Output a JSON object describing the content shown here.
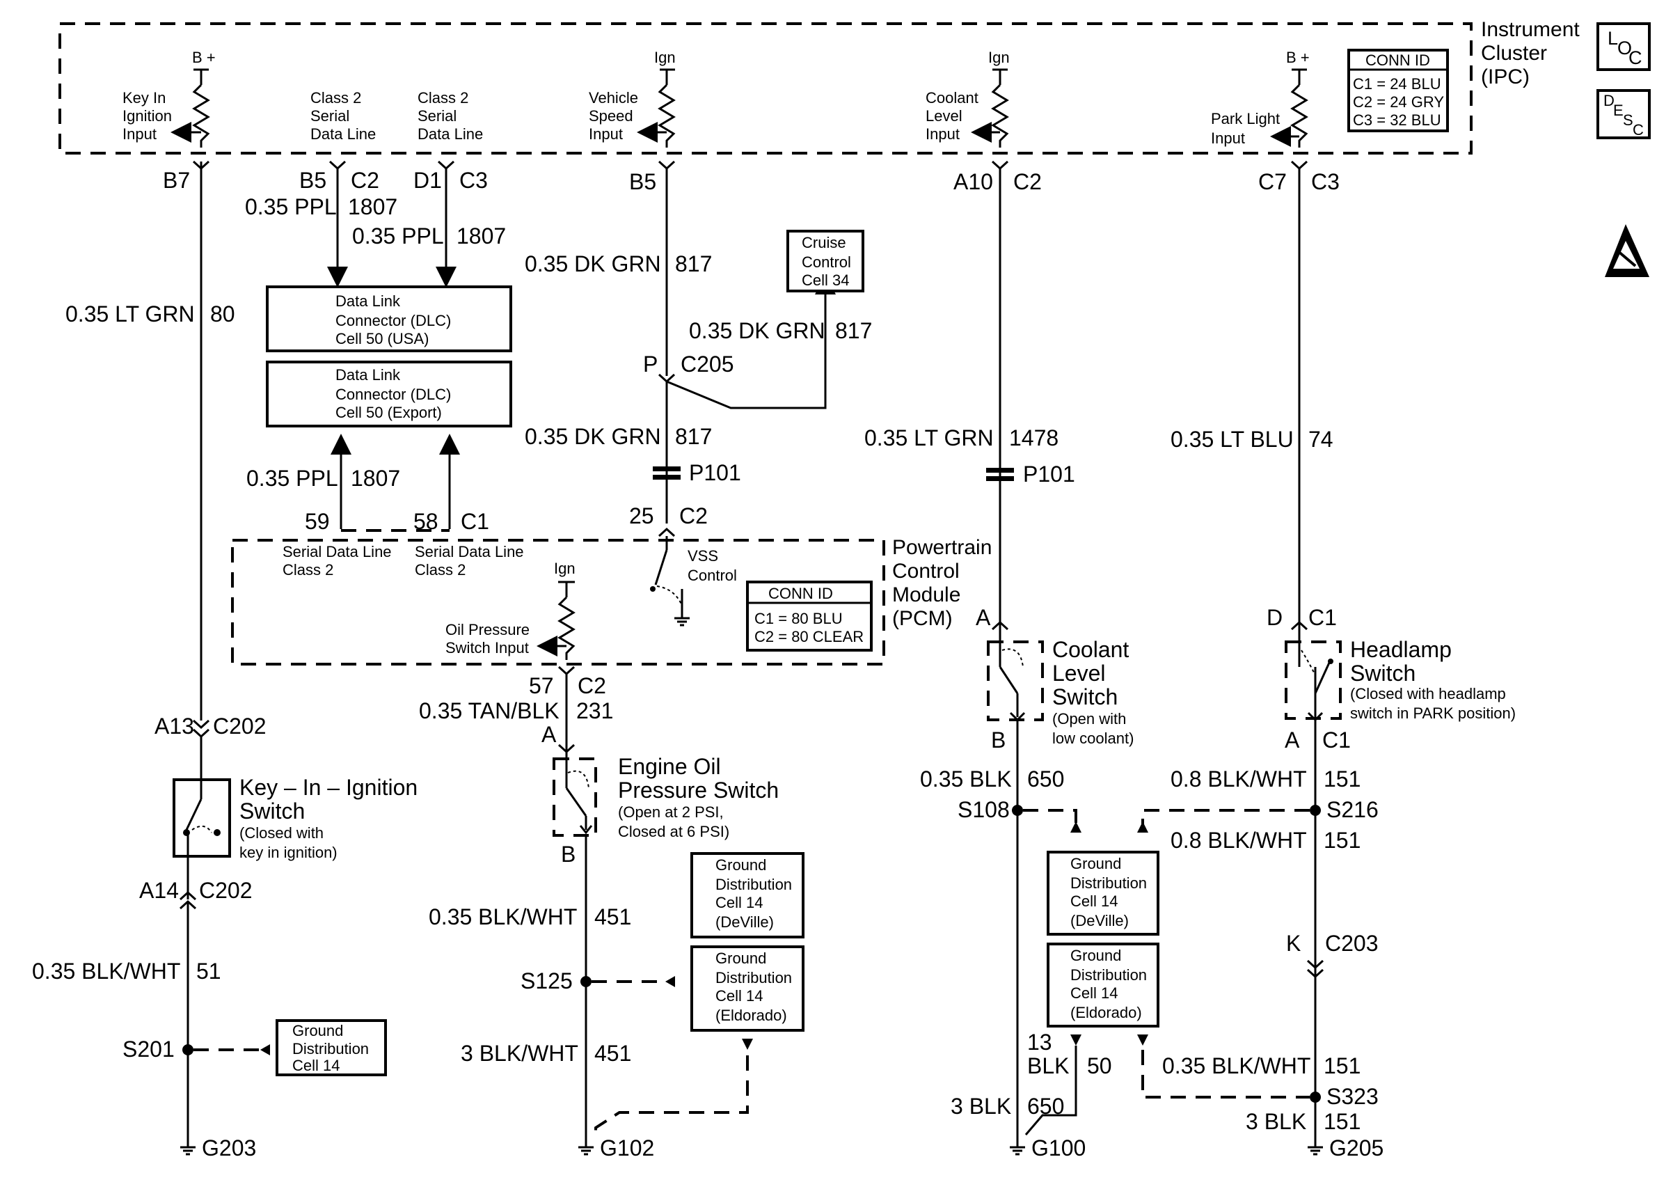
{
  "ipc": {
    "title": [
      "Instrument",
      "Cluster",
      "(IPC)"
    ],
    "conn_id": {
      "title": "CONN ID",
      "lines": [
        "C1 = 24 BLU",
        "C2 = 24 GRY",
        "C3 = 32 BLU"
      ]
    },
    "key_in": {
      "power": "B +",
      "label": [
        "Key In",
        "Ignition",
        "Input"
      ]
    },
    "class2_a": [
      "Class 2",
      "Serial",
      "Data Line"
    ],
    "class2_b": [
      "Class 2",
      "Serial",
      "Data Line"
    ],
    "vss": {
      "power": "Ign",
      "label": [
        "Vehicle",
        "Speed",
        "Input"
      ]
    },
    "coolant": {
      "power": "Ign",
      "label": [
        "Coolant",
        "Level",
        "Input"
      ]
    },
    "park": {
      "power": "B +",
      "label": [
        "Park Light",
        "Input"
      ]
    }
  },
  "loc_icon": {
    "l": "L",
    "o": "O",
    "c": "C"
  },
  "desc_icon": {
    "d": "D",
    "e": "E",
    "s": "S",
    "c": "C"
  },
  "pins": {
    "b7": "B7",
    "b5_c2": [
      "B5",
      "C2"
    ],
    "d1_c3": [
      "D1",
      "C3"
    ],
    "b5": "B5",
    "a10_c2": [
      "A10",
      "C2"
    ],
    "c7_c3": [
      "C7",
      "C3"
    ],
    "p_c205": [
      "P",
      "C205"
    ],
    "p101_a": "P101",
    "p101_b": "P101",
    "pin59": "59",
    "pin58_c1": [
      "58",
      "C1"
    ],
    "pin25_c2": [
      "25",
      "C2"
    ],
    "a13_c202": [
      "A13",
      "C202"
    ],
    "a14_c202": [
      "A14",
      "C202"
    ],
    "pin57_c2": [
      "57",
      "C2"
    ],
    "pin_a_oil": "A",
    "pin_b_oil": "B",
    "pin_a_cool": "A",
    "pin_b_cool": "B",
    "pin_d_c1": [
      "D",
      "C1"
    ],
    "pin_a_c1": [
      "A",
      "C1"
    ],
    "k_c203": [
      "K",
      "C203"
    ]
  },
  "wires": {
    "ppl_1807_a": [
      "0.35 PPL",
      "1807"
    ],
    "ppl_1807_b": [
      "0.35 PPL",
      "1807"
    ],
    "ppl_1807_c": [
      "0.35 PPL",
      "1807"
    ],
    "ltgrn_80": [
      "0.35 LT GRN",
      "80"
    ],
    "dkgrn_817_a": [
      "0.35 DK GRN",
      "817"
    ],
    "dkgrn_817_b": [
      "0.35 DK GRN",
      "817"
    ],
    "dkgrn_817_c": [
      "0.35 DK GRN",
      "817"
    ],
    "ltgrn_1478": [
      "0.35 LT GRN",
      "1478"
    ],
    "ltblu_74": [
      "0.35 LT BLU",
      "74"
    ],
    "tanblk_231": [
      "0.35 TAN/BLK",
      "231"
    ],
    "blkwht_451_a": [
      "0.35 BLK/WHT",
      "451"
    ],
    "blkwht_451_b": [
      "3 BLK/WHT",
      "451"
    ],
    "blkwht_51": [
      "0.35 BLK/WHT",
      "51"
    ],
    "blk_650_a": [
      "0.35 BLK",
      "650"
    ],
    "blk_650_b": [
      "3 BLK",
      "650"
    ],
    "blk_50": [
      "13",
      "BLK",
      "50"
    ],
    "blkwht_151_a": [
      "0.8 BLK/WHT",
      "151"
    ],
    "blkwht_151_b": [
      "0.8 BLK/WHT",
      "151"
    ],
    "blkwht_151_c": [
      "0.35 BLK/WHT",
      "151"
    ],
    "blk_151": [
      "3 BLK",
      "151"
    ]
  },
  "boxes": {
    "dlc_usa": [
      "Data Link",
      "Connector (DLC)",
      "Cell 50  (USA)"
    ],
    "dlc_export": [
      "Data Link",
      "Connector (DLC)",
      "Cell 50  (Export)"
    ],
    "cruise": [
      "Cruise",
      "Control",
      "Cell 34"
    ],
    "gd_deville_1": [
      "Ground",
      "Distribution",
      "Cell 14",
      "(DeVille)"
    ],
    "gd_eldorado_1": [
      "Ground",
      "Distribution",
      "Cell 14",
      "(Eldorado)"
    ],
    "gd_cell14": [
      "Ground",
      "Distribution",
      "Cell 14"
    ],
    "gd_deville_2": [
      "Ground",
      "Distribution",
      "Cell 14",
      "(DeVille)"
    ],
    "gd_eldorado_2": [
      "Ground",
      "Distribution",
      "Cell 14",
      "(Eldorado)"
    ]
  },
  "pcm": {
    "title": [
      "Powertrain",
      "Control",
      "Module",
      "(PCM)"
    ],
    "serial_a": [
      "Serial Data Line",
      "Class 2"
    ],
    "serial_b": [
      "Serial Data Line",
      "Class 2"
    ],
    "vss": [
      "VSS",
      "Control"
    ],
    "oil_power": "Ign",
    "oil_input": [
      "Oil Pressure",
      "Switch Input"
    ],
    "conn_id": {
      "title": "CONN ID",
      "lines": [
        "C1 = 80 BLU",
        "C2 = 80 CLEAR"
      ]
    }
  },
  "switches": {
    "key_in": [
      "Key – In – Ignition",
      "Switch",
      "(Closed with",
      "key in ignition)"
    ],
    "oil": [
      "Engine Oil",
      "Pressure Switch",
      "(Open at 2 PSI,",
      "Closed at 6 PSI)"
    ],
    "coolant": [
      "Coolant",
      "Level",
      "Switch",
      "(Open with",
      "low coolant)"
    ],
    "headlamp": [
      "Headlamp",
      "Switch",
      "(Closed with headlamp",
      "switch in PARK position)"
    ]
  },
  "splices": {
    "s201": "S201",
    "s125": "S125",
    "s108": "S108",
    "s216": "S216",
    "s323": "S323"
  },
  "grounds": {
    "g203": "G203",
    "g102": "G102",
    "g100": "G100",
    "g205": "G205"
  }
}
